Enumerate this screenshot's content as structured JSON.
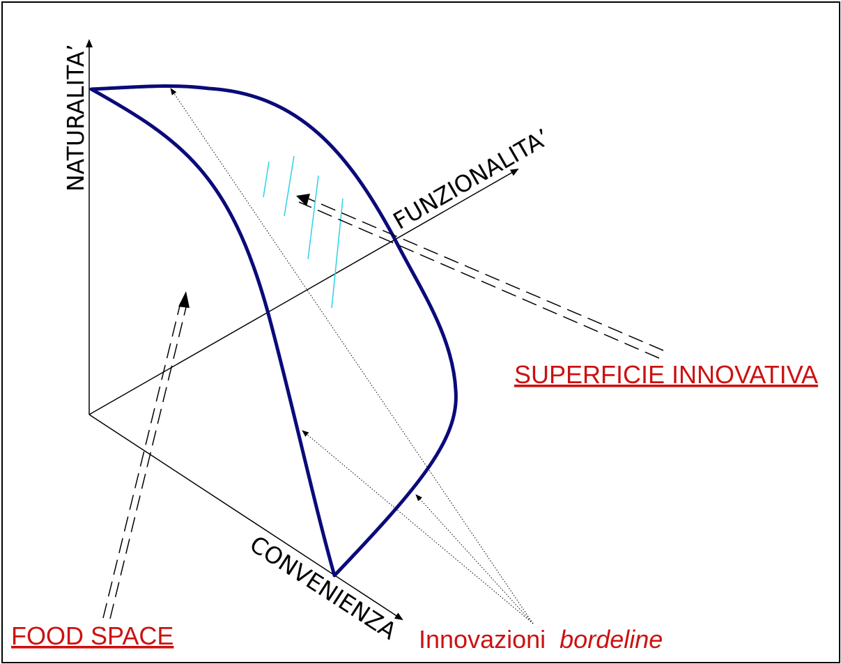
{
  "axes": {
    "vertical": "NATURALITA’",
    "diagonal": "FUNZIONALITA’",
    "lower": "CONVENIENZA"
  },
  "labels": {
    "superficie": "SUPERFICIE INNOVATIVA",
    "food_space": "FOOD SPACE",
    "innovazioni_prefix": "Innovazioni",
    "innovazioni_italic": "bordeline"
  },
  "colors": {
    "surface_outline": "#0a0a7a",
    "label_red": "#cc1111",
    "hatch": "#29d3e6",
    "axis": "#000000"
  }
}
